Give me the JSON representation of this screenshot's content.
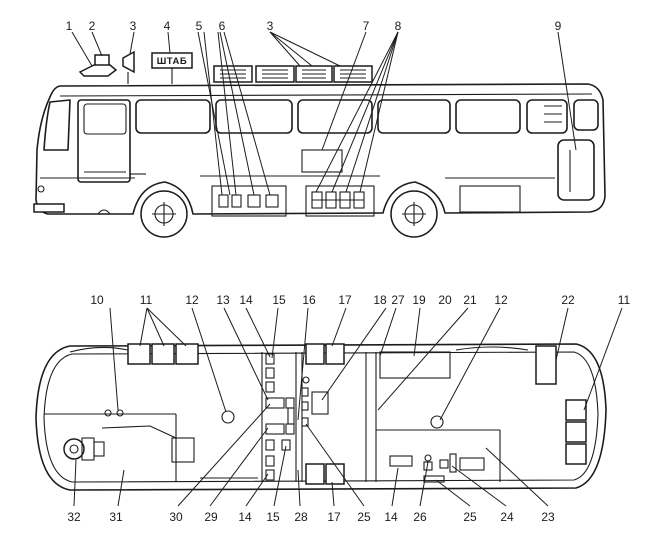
{
  "bus_sign_text": "ШТАБ",
  "callouts": {
    "side_view": [
      {
        "id": "c1",
        "label": "1"
      },
      {
        "id": "c2",
        "label": "2"
      },
      {
        "id": "c3a",
        "label": "3"
      },
      {
        "id": "c4",
        "label": "4"
      },
      {
        "id": "c5",
        "label": "5"
      },
      {
        "id": "c6",
        "label": "6"
      },
      {
        "id": "c3b",
        "label": "3"
      },
      {
        "id": "c7",
        "label": "7"
      },
      {
        "id": "c8",
        "label": "8"
      },
      {
        "id": "c9",
        "label": "9"
      }
    ],
    "plan_top": [
      {
        "id": "t10",
        "label": "10"
      },
      {
        "id": "t11a",
        "label": "11"
      },
      {
        "id": "t12a",
        "label": "12"
      },
      {
        "id": "t13",
        "label": "13"
      },
      {
        "id": "t14",
        "label": "14"
      },
      {
        "id": "t15",
        "label": "15"
      },
      {
        "id": "t16",
        "label": "16"
      },
      {
        "id": "t17",
        "label": "17"
      },
      {
        "id": "t18",
        "label": "18"
      },
      {
        "id": "t27",
        "label": "27"
      },
      {
        "id": "t19",
        "label": "19"
      },
      {
        "id": "t20",
        "label": "20"
      },
      {
        "id": "t21",
        "label": "21"
      },
      {
        "id": "t12b",
        "label": "12"
      },
      {
        "id": "t22",
        "label": "22"
      },
      {
        "id": "t11b",
        "label": "11"
      }
    ],
    "plan_bottom": [
      {
        "id": "b32",
        "label": "32"
      },
      {
        "id": "b31",
        "label": "31"
      },
      {
        "id": "b30",
        "label": "30"
      },
      {
        "id": "b29",
        "label": "29"
      },
      {
        "id": "b14a",
        "label": "14"
      },
      {
        "id": "b15",
        "label": "15"
      },
      {
        "id": "b28",
        "label": "28"
      },
      {
        "id": "b17",
        "label": "17"
      },
      {
        "id": "b25a",
        "label": "25"
      },
      {
        "id": "b14b",
        "label": "14"
      },
      {
        "id": "b26",
        "label": "26"
      },
      {
        "id": "b25b",
        "label": "25"
      },
      {
        "id": "b24",
        "label": "24"
      },
      {
        "id": "b23",
        "label": "23"
      }
    ]
  }
}
